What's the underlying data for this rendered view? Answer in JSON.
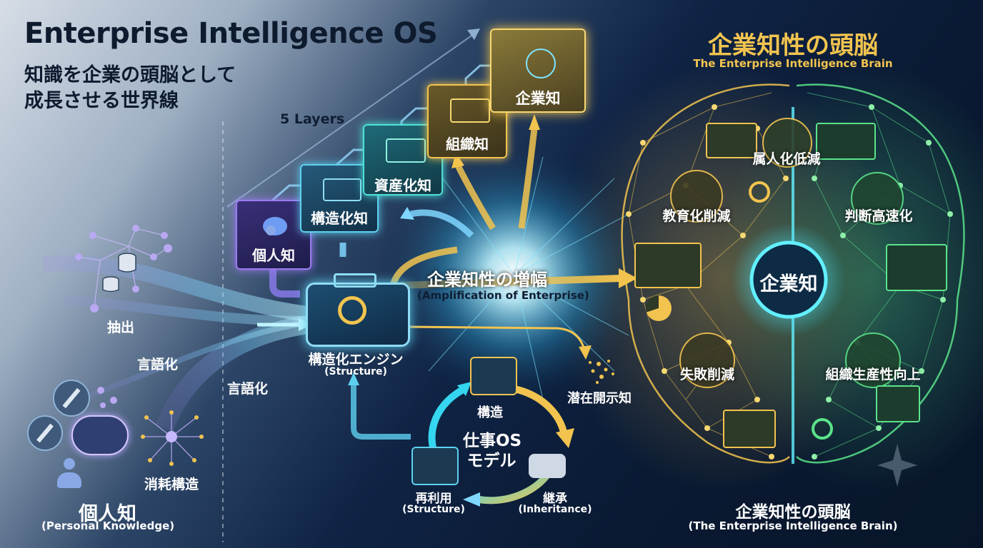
{
  "header": {
    "title": "Enterprise Intelligence OS",
    "subtitle_line1": "知識を企業の頭脳として",
    "subtitle_line2": "成長させる世界線"
  },
  "brain_header": {
    "title": "企業知性の頭脳",
    "subtitle": "The Enterprise Intelligence Brain"
  },
  "layers": {
    "label": "5 Layers",
    "items": [
      {
        "label": "個人知"
      },
      {
        "label": "構造化知"
      },
      {
        "label": "資産化知"
      },
      {
        "label": "組織知"
      },
      {
        "label": "企業知"
      }
    ]
  },
  "left": {
    "extract": "抽出",
    "verbalize1": "言語化",
    "verbalize2": "言語化",
    "consumption": "消耗構造",
    "personal": "個人知",
    "personal_en": "(Personal Knowledge)"
  },
  "engine": {
    "label": "構造化エンジン",
    "label_en": "(Structure)"
  },
  "amplification": {
    "label": "企業知性の増幅",
    "label_en": "(Amplification of Enterprise)"
  },
  "latent": {
    "label": "潜在開示知"
  },
  "cycle": {
    "center_line1": "仕事OS",
    "center_line2": "モデル",
    "structure": "構造",
    "reuse": "再利用",
    "reuse_en": "(Structure)",
    "inherit": "継承",
    "inherit_en": "(Inheritance)"
  },
  "brain": {
    "center": "企業知",
    "nodes": [
      {
        "label": "属人化低減"
      },
      {
        "label": "教育化削減"
      },
      {
        "label": "判断高速化"
      },
      {
        "label": "失敗削減"
      },
      {
        "label": "組織生産性向上"
      }
    ],
    "footer": "企業知性の頭脳",
    "footer_en": "(The Enterprise Intelligence Brain)"
  },
  "colors": {
    "gold": "#f2c44f",
    "cyan": "#35d6f0",
    "green": "#5be38a",
    "purple": "#9b7bf0",
    "navy": "#0a1a33"
  }
}
